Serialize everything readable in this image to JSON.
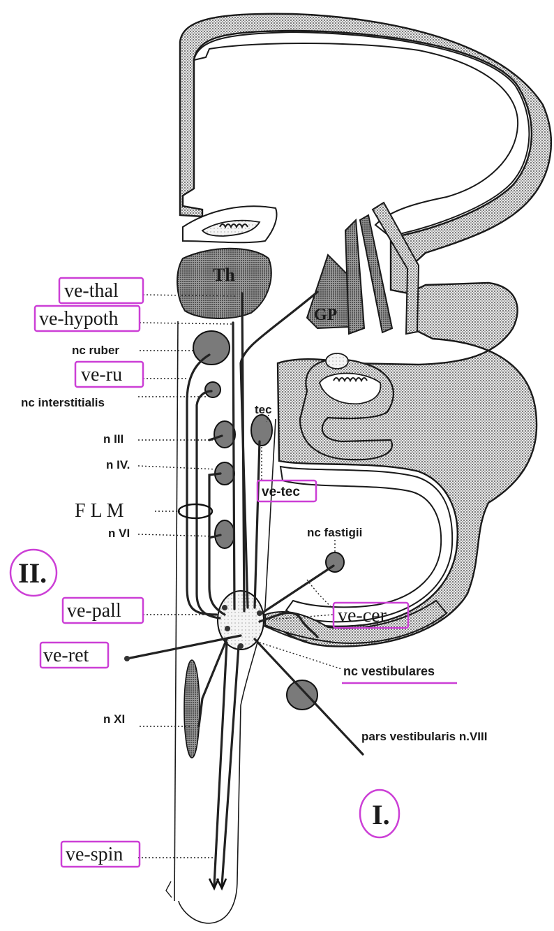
{
  "labels": {
    "ve_thal": "ve-thal",
    "ve_hypoth": "ve-hypoth",
    "nc_ruber": "nc ruber",
    "ve_ru": "ve-ru",
    "nc_interstitialis": "nc interstitialis",
    "n_III": "n III",
    "n_IV": "n IV.",
    "FLM": "F L M",
    "n_VI": "n VI",
    "ve_tec": "ve-tec",
    "tec": "tec",
    "nc_fastigii": "nc fastigii",
    "ve_pall": "ve-pall",
    "ve_cer": "ve-cer",
    "ve_ret": "ve-ret",
    "nc_vestibulares": "nc vestibulares",
    "n_XI": "n XI",
    "pars_vestibularis": "pars vestibularis n.VIII",
    "ve_spin": "ve-spin",
    "Th": "Th",
    "GP": "GP",
    "marker_II": "II.",
    "marker_I": "I."
  },
  "colors": {
    "highlight": "#cc3fd6",
    "ink": "#1a1a1a",
    "stipple": "#8f8f8f"
  }
}
